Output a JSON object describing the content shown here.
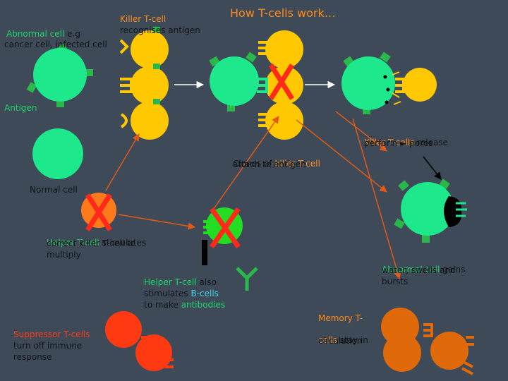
{
  "title": "How T-cells work…",
  "labels": {
    "killer_t_cell": "Killer T-cell",
    "recognises_antigen": "recognises antigen",
    "abnormal_cell": "Abnormal cell",
    "abnormal_eg": " e.g",
    "abnormal_line2": "cancer cell, infected cell",
    "antigen": "Antigen",
    "clones_of": "Clones of ",
    "clones_killer": "killer T-cell",
    "clones_line2": "attach to antigen",
    "killer_t_cells_release": "Killer T-cells",
    "release_rest": " release",
    "perforin_line": "perforin ► pores",
    "normal_cell": "Normal cell",
    "helper_t_cell": "Helper T-cell",
    "helper_rest": " stimulates",
    "helper_line2": "correct killer T-cell to",
    "helper_line3": "multiply",
    "helper2_t_cell": "Helper T-cell",
    "helper2_rest": " also",
    "helper2_line2_a": "stimulates ",
    "b_cells": "B-cells",
    "helper2_line3_a": "to make ",
    "antibodies": "antibodies",
    "abnormal2": "Abnormal cell",
    "abnormal2_rest": " gains",
    "abnormal2_line2": "water, swells and",
    "abnormal2_line3": "bursts",
    "memory_t": "Memory T-",
    "memory_cells": "cells",
    "memory_rest": " stay in",
    "memory_line3": "circulation",
    "suppressor": "Suppressor T-cells",
    "suppressor_line2": "turn off immune",
    "suppressor_line3": "response"
  },
  "colors": {
    "background": "#3e4a57",
    "abnormal_cell": "#1ee88c",
    "antigen": "#2bb84a",
    "killer_t_cell": "#ffc800",
    "helper_t_cell": "#22dd22",
    "suppressor_t_cell": "#ff3a12",
    "memory_t_cell": "#e06a0a",
    "normal_cell_x": "#ff7a1a",
    "cross": "#ff2a1a",
    "arrow_orange": "#e05a1a"
  }
}
